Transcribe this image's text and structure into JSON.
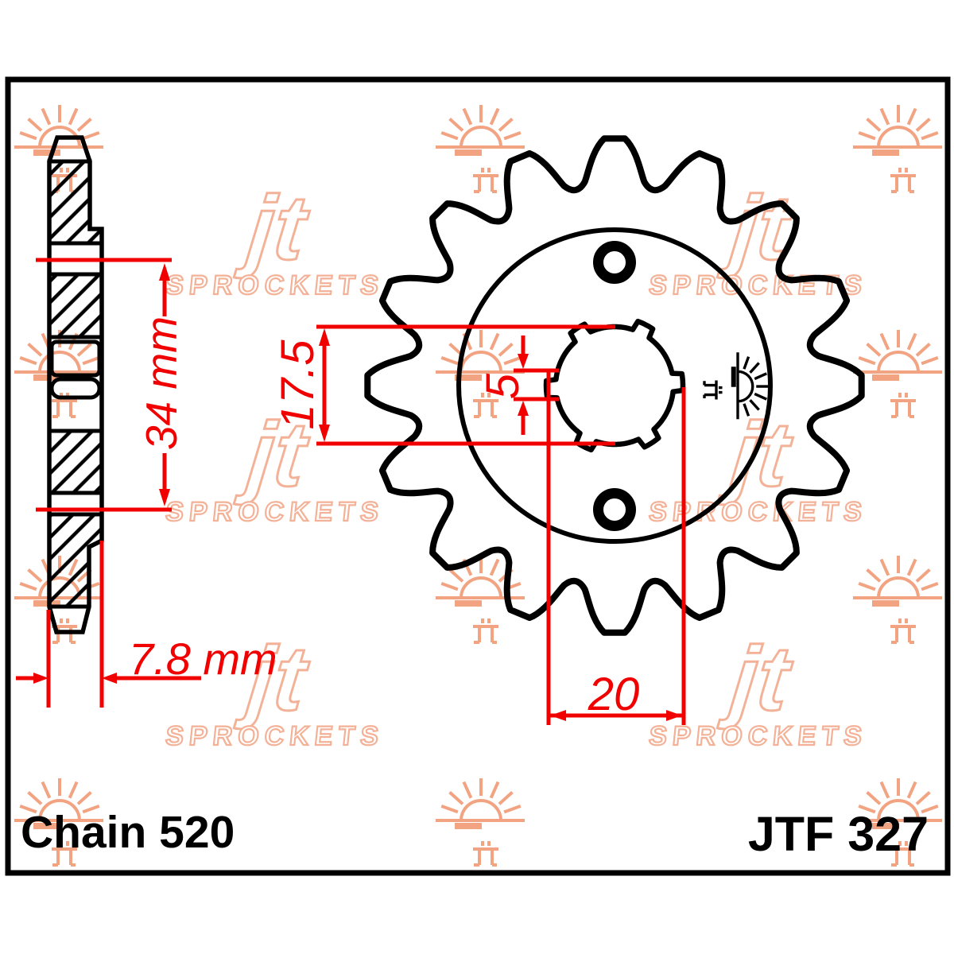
{
  "labels": {
    "chain": "Chain 520",
    "part_number": "JTF 327"
  },
  "dimensions": {
    "hub_length": "34 mm",
    "total_width": "7.8 mm",
    "bore_diameter": "17.5",
    "spline_groove": "5",
    "bore_width": "20"
  },
  "watermark": {
    "logo": "jt",
    "name": "SPROCKETS"
  },
  "colors": {
    "dimension_red": "#f10000",
    "line_black": "#000000",
    "watermark_peach": "#f2a382",
    "watermark_logo_peach": "#f3b297"
  }
}
